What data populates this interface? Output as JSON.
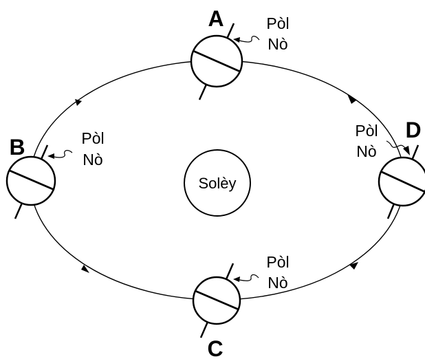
{
  "sun": {
    "label": "Solèy"
  },
  "positions": {
    "A": {
      "letter": "A",
      "pole_line1": "Pòl",
      "pole_line2": "Nò"
    },
    "B": {
      "letter": "B",
      "pole_line1": "Pòl",
      "pole_line2": "Nò"
    },
    "C": {
      "letter": "C",
      "pole_line1": "Pòl",
      "pole_line2": "Nò"
    },
    "D": {
      "letter": "D",
      "pole_line1": "Pòl",
      "pole_line2": "Nò"
    }
  },
  "colors": {
    "line": "#000000",
    "background": "#ffffff"
  }
}
